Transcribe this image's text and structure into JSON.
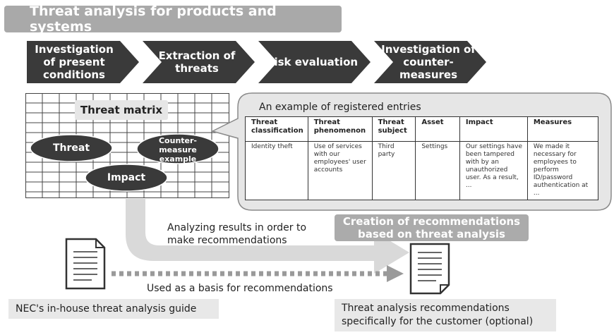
{
  "title": "Threat analysis for products and systems",
  "steps": [
    {
      "label": "Investigation of present conditions"
    },
    {
      "label": "Extraction of threats"
    },
    {
      "label": "Risk evaluation"
    },
    {
      "label": "Investigation of counter-measures"
    }
  ],
  "matrix": {
    "title": "Threat matrix",
    "ellipses": {
      "threat": "Threat",
      "countermeasure": "Counter-measure example",
      "impact": "Impact"
    }
  },
  "callout": {
    "title": "An example of registered entries",
    "headers": [
      "Threat classification",
      "Threat phenomenon",
      "Threat subject",
      "Asset",
      "Impact",
      "Measures"
    ],
    "row": [
      "Identity theft",
      "Use of services with our employees' user accounts",
      "Third party",
      "Settings",
      "Our settings have been tampered with by an unauthorized user. As a result, ...",
      "We made it necessary for employees to perform ID/password authentication at ..."
    ]
  },
  "creation_banner": "Creation of recommendations based on threat analysis",
  "analyzing_note": "Analyzing results in order to make recommendations",
  "basis_note": "Used as a basis for recommendations",
  "guide_label": "NEC's in-house threat analysis guide",
  "reco_label": "Threat analysis recommendations specifically for the customer (optional)",
  "colors": {
    "dark": "#3a3a3a",
    "banner_grey": "#a9a9a9",
    "light_grey": "#e8e8e8"
  }
}
